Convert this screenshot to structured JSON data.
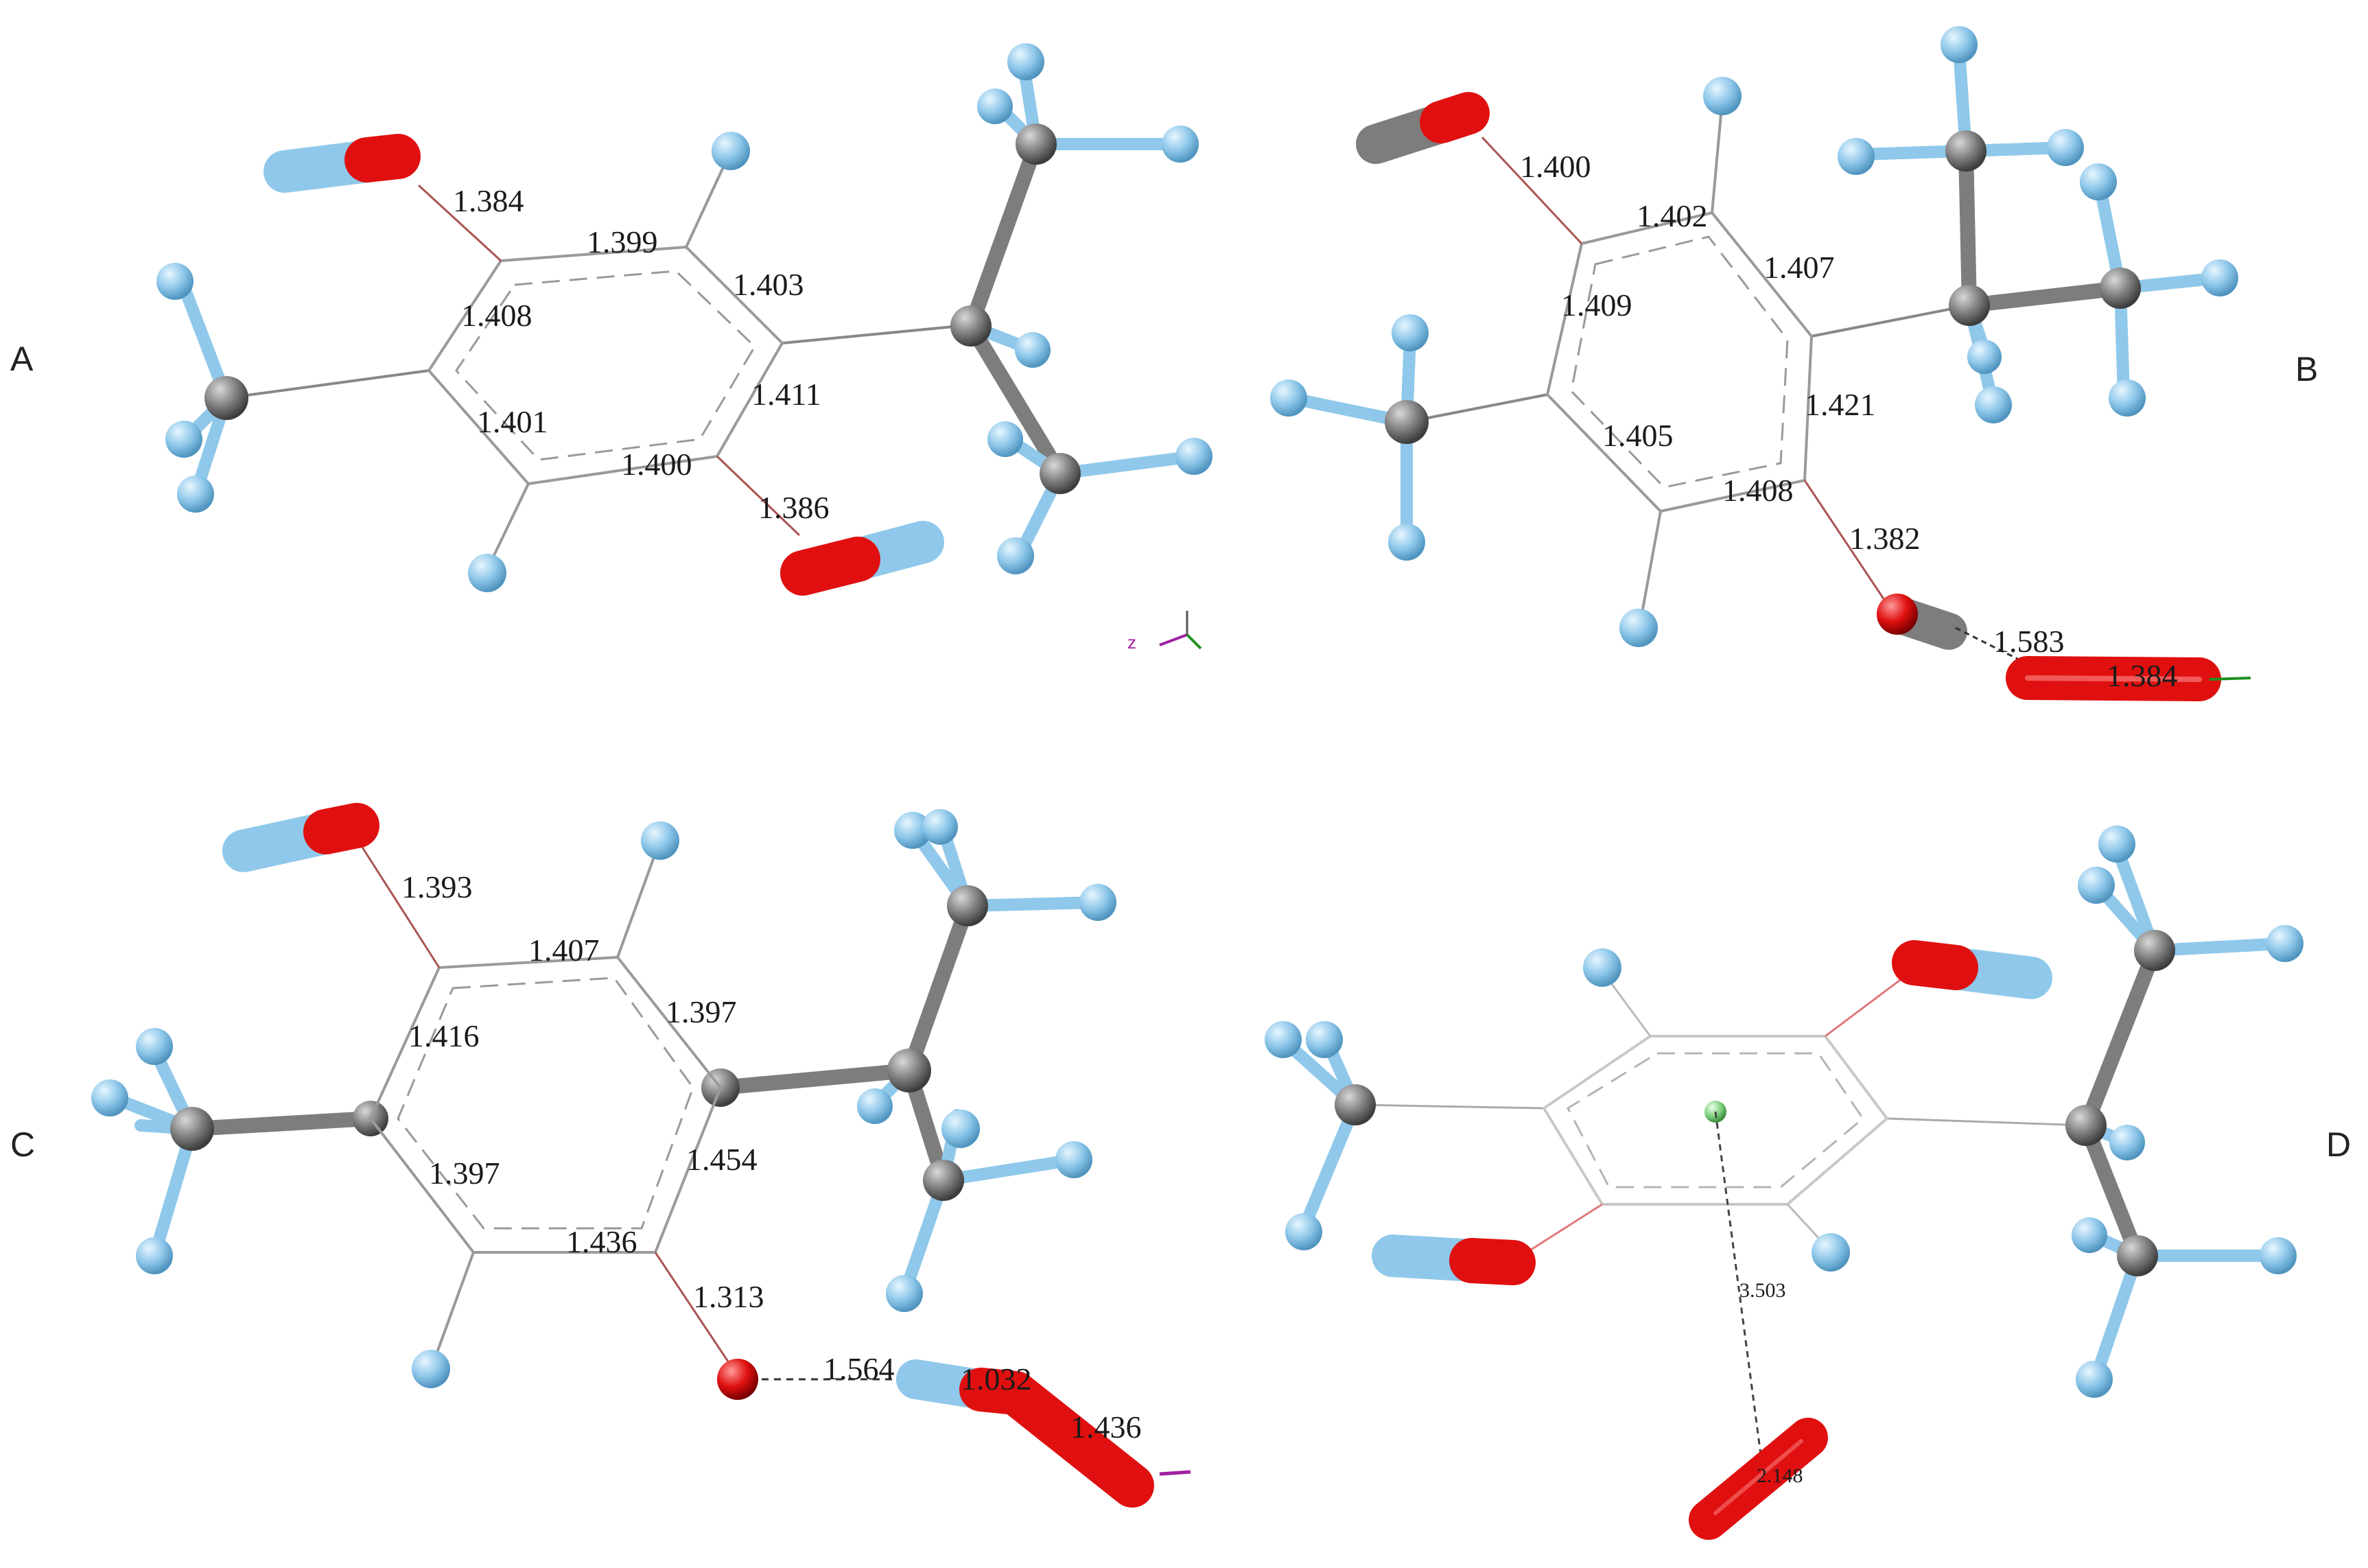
{
  "panels": {
    "A": {
      "label": "A",
      "bonds": [
        "1.384",
        "1.399",
        "1.408",
        "1.403",
        "1.411",
        "1.401",
        "1.400",
        "1.386"
      ]
    },
    "B": {
      "label": "B",
      "bonds": [
        "1.400",
        "1.402",
        "1.407",
        "1.409",
        "1.421",
        "1.405",
        "1.408",
        "1.382",
        "1.583",
        "1.384"
      ]
    },
    "C": {
      "label": "C",
      "bonds": [
        "1.393",
        "1.407",
        "1.397",
        "1.416",
        "1.454",
        "1.397",
        "1.436",
        "1.313",
        "1.564",
        "1.032",
        "1.436"
      ]
    },
    "D": {
      "label": "D",
      "distance": "3.503",
      "ozone_label": "2.148"
    }
  },
  "axis_triad": {
    "z_label": "z"
  },
  "colors": {
    "carbon": "#7d7d7d",
    "hydrogen": "#8fc8ea",
    "oxygen": "#e01010",
    "ring_line": "#9a9a9a",
    "centroid": "#7ed07e",
    "axis_z": "#a020a0",
    "axis_y": "#209020"
  }
}
